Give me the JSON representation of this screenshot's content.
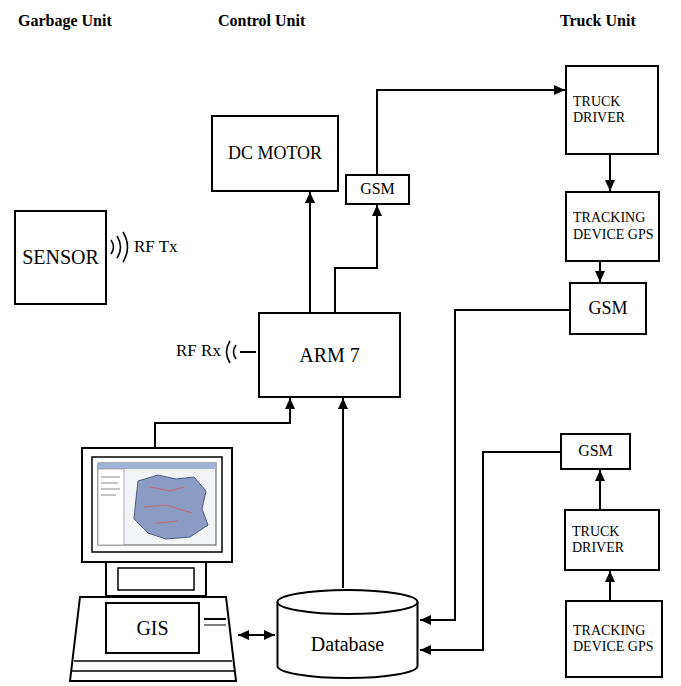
{
  "diagram": {
    "nodes": [
      {
        "text": [
          "SENSOR"
        ]
      },
      {
        "text": [
          "DC MOTOR"
        ]
      },
      {
        "text": [
          "GSM"
        ]
      },
      {
        "text": [
          "ARM 7"
        ]
      },
      {
        "text": [
          "TRUCK DRIVER"
        ]
      },
      {
        "text": [
          "TRACKING DEVICE GPS"
        ]
      },
      {
        "text": [
          "GSM"
        ]
      },
      {
        "text": [
          "GSM"
        ]
      },
      {
        "text": [
          "TRUCK DRIVER"
        ]
      },
      {
        "text": [
          "TRACKING DEVICE GPS"
        ]
      },
      {
        "text": [
          "GIS"
        ]
      },
      {
        "text": [
          "Database"
        ]
      }
    ],
    "edges": [
      {
        "from": 3,
        "to": 1,
        "arrow": "to"
      },
      {
        "from": 3,
        "to": 2,
        "arrow": "to"
      },
      {
        "from": 2,
        "to": 4,
        "arrow": "to"
      },
      {
        "from": 4,
        "to": 5,
        "arrow": "to"
      },
      {
        "from": 5,
        "to": 6,
        "arrow": "to"
      },
      {
        "from": 6,
        "to": 11,
        "arrow": "to"
      },
      {
        "from": 7,
        "to": 11,
        "arrow": "to"
      },
      {
        "from": 9,
        "to": 8,
        "arrow": "to"
      },
      {
        "from": 8,
        "to": 7,
        "arrow": "to"
      },
      {
        "from": 10,
        "to": 11,
        "arrow": "both"
      },
      {
        "from": 11,
        "to": 3,
        "arrow": "to"
      },
      {
        "from": 10,
        "to": 3,
        "arrow": "to"
      }
    ],
    "labels": [
      "Garbage Unit",
      "Control Unit",
      "Truck Unit",
      "RF Tx",
      "RF Rx"
    ]
  }
}
